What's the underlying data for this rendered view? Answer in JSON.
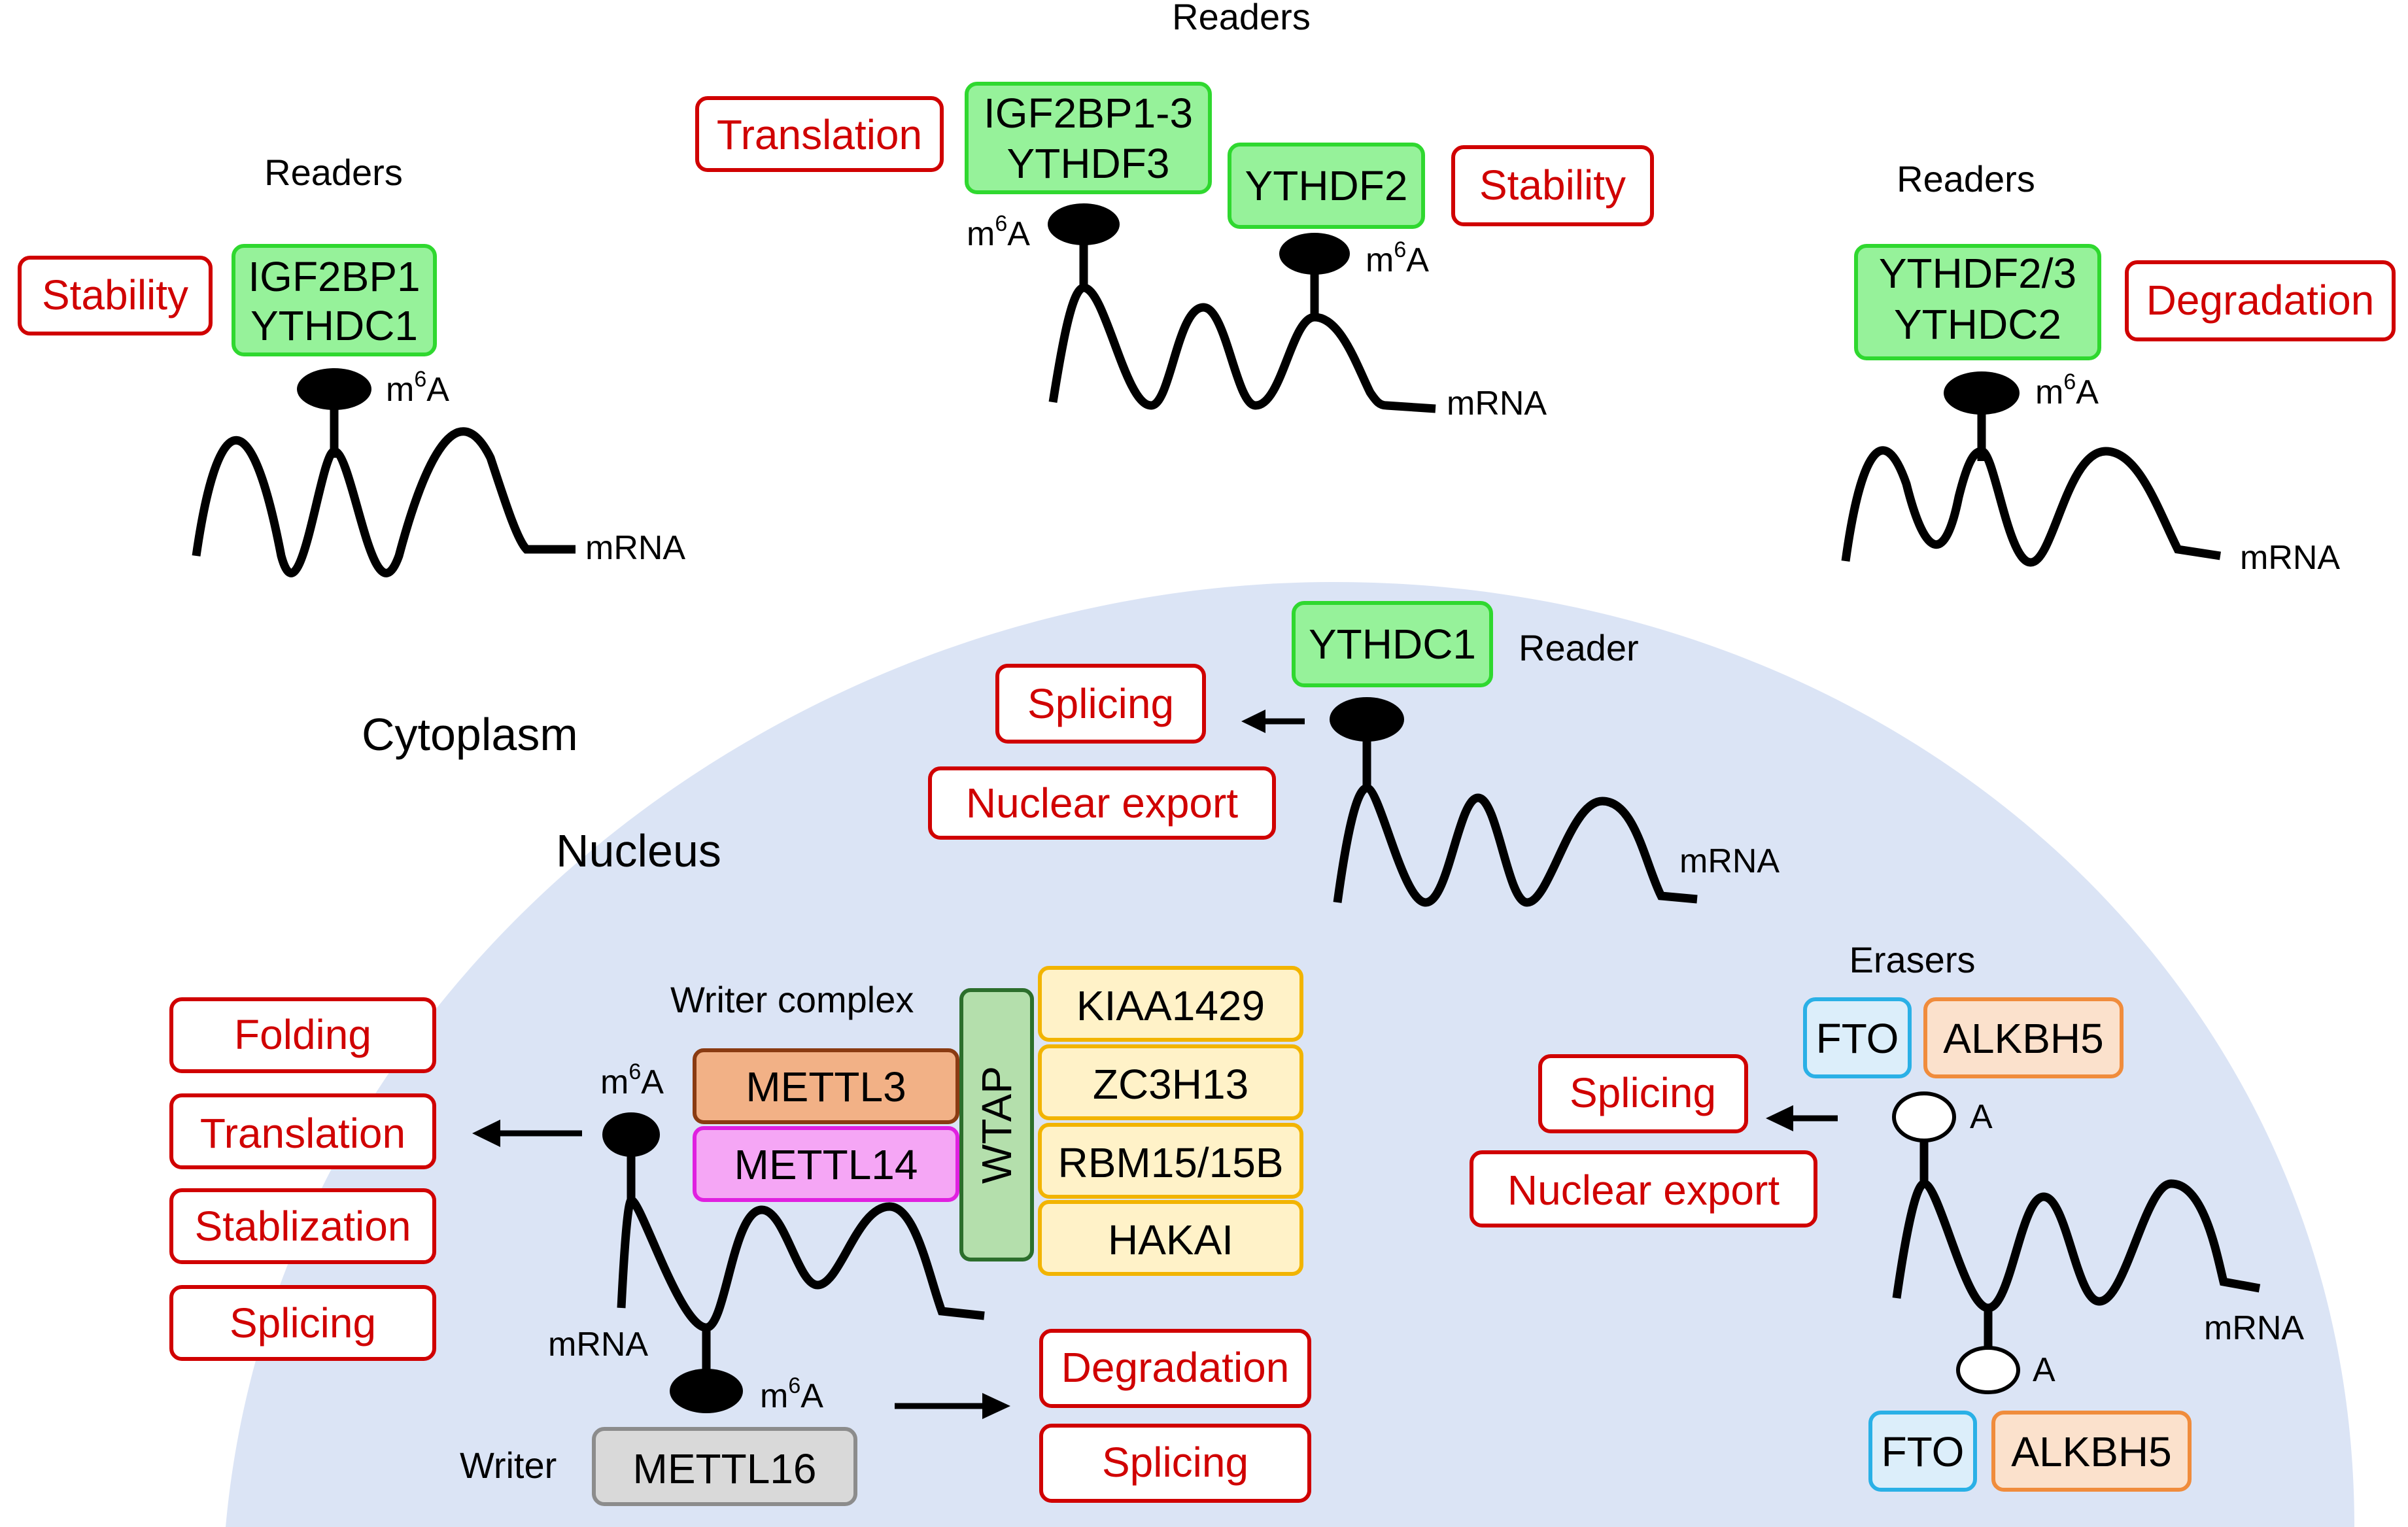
{
  "colors": {
    "reader_fill": "#96f29a",
    "reader_stroke": "#2fd82f",
    "function_text": "#d00000",
    "function_stroke": "#d00000",
    "nucleus_fill": "#dbe4f5",
    "mettl3_fill": "#f2b186",
    "mettl3_stroke": "#8a3b12",
    "mettl14_fill": "#f5a6f5",
    "mettl14_stroke": "#e020e0",
    "wtap_fill": "#b4dfac",
    "wtap_stroke": "#2c6e2c",
    "complex_fill": "#fff2c8",
    "complex_stroke": "#f2b400",
    "fto_fill": "#dceefa",
    "fto_stroke": "#2ab0e6",
    "alkbh5_fill": "#fbe1cc",
    "alkbh5_stroke": "#f08c3c",
    "mettl16_fill": "#d9d9d9",
    "mettl16_stroke": "#8c8c8c"
  },
  "compartments": {
    "cytoplasm": "Cytoplasm",
    "nucleus": "Nucleus"
  },
  "panel_left": {
    "heading": "Readers",
    "proteins": [
      "IGF2BP1",
      "YTHDC1"
    ],
    "function": "Stability",
    "mark": "m",
    "mark_sup": "6",
    "mark_base": "A",
    "rna": "mRNA"
  },
  "panel_center": {
    "heading": "Readers",
    "proteins_a": [
      "IGF2BP1-3",
      "YTHDF3"
    ],
    "protein_b": "YTHDF2",
    "function_a": "Translation",
    "function_b": "Stability",
    "mark": "m",
    "mark_sup": "6",
    "mark_base": "A",
    "rna": "mRNA"
  },
  "panel_right": {
    "heading": "Readers",
    "proteins": [
      "YTHDF2/3",
      "YTHDC2"
    ],
    "function": "Degradation",
    "mark": "m",
    "mark_sup": "6",
    "mark_base": "A",
    "rna": "mRNA"
  },
  "nuclear_reader": {
    "protein": "YTHDC1",
    "role": "Reader",
    "functions": [
      "Splicing",
      "Nuclear export"
    ],
    "rna": "mRNA"
  },
  "writer": {
    "complex_label": "Writer complex",
    "mettl3": "METTL3",
    "mettl14": "METTL14",
    "wtap": "WTAP",
    "subunits": [
      "KIAA1429",
      "ZC3H13",
      "RBM15/15B",
      "HAKAI"
    ],
    "functions": [
      "Folding",
      "Translation",
      "Stablization",
      "Splicing"
    ],
    "single_label": "Writer",
    "mettl16": "METTL16",
    "mettl16_functions": [
      "Degradation",
      "Splicing"
    ],
    "mark": "m",
    "mark_sup": "6",
    "mark_base": "A",
    "rna": "mRNA"
  },
  "eraser": {
    "heading": "Erasers",
    "fto": "FTO",
    "alkbh5": "ALKBH5",
    "functions": [
      "Splicing",
      "Nuclear export"
    ],
    "base": "A",
    "rna": "mRNA"
  }
}
